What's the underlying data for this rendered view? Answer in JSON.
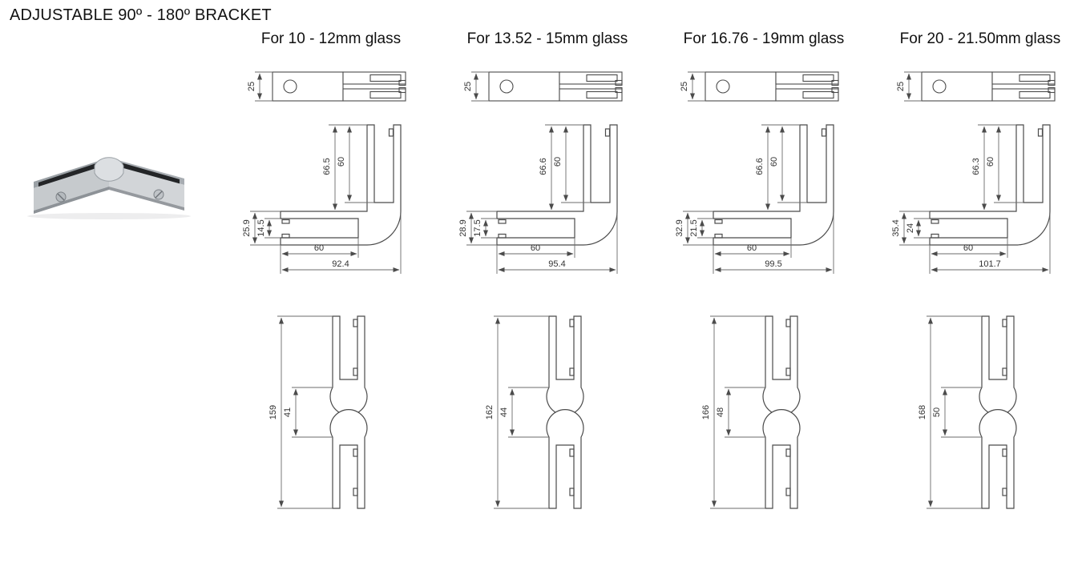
{
  "page": {
    "title": "ADJUSTABLE 90º - 180º BRACKET"
  },
  "colors": {
    "line": "#4b4b4b",
    "dim_line": "#6b6b6b",
    "dim_text": "#333333"
  },
  "variants": [
    {
      "header": "For 10 - 12mm glass",
      "top_view": {
        "body_width": "25"
      },
      "corner_view": {
        "arm_length_outer": "66.5",
        "arm_length_inner": "60",
        "base_height_outer": "25.9",
        "base_slot_height": "14.5",
        "slot_depth": "60",
        "overall_width": "92.4"
      },
      "inline_view": {
        "overall_length": "159",
        "hinge_span": "41"
      }
    },
    {
      "header": "For 13.52 - 15mm glass",
      "top_view": {
        "body_width": "25"
      },
      "corner_view": {
        "arm_length_outer": "66.6",
        "arm_length_inner": "60",
        "base_height_outer": "28.9",
        "base_slot_height": "17.5",
        "slot_depth": "60",
        "overall_width": "95.4"
      },
      "inline_view": {
        "overall_length": "162",
        "hinge_span": "44"
      }
    },
    {
      "header": "For 16.76 - 19mm glass",
      "top_view": {
        "body_width": "25"
      },
      "corner_view": {
        "arm_length_outer": "66.6",
        "arm_length_inner": "60",
        "base_height_outer": "32.9",
        "base_slot_height": "21.5",
        "slot_depth": "60",
        "overall_width": "99.5"
      },
      "inline_view": {
        "overall_length": "166",
        "hinge_span": "48"
      }
    },
    {
      "header": "For 20 - 21.50mm glass",
      "top_view": {
        "body_width": "25"
      },
      "corner_view": {
        "arm_length_outer": "66.3",
        "arm_length_inner": "60",
        "base_height_outer": "35.4",
        "base_slot_height": "24",
        "slot_depth": "60",
        "overall_width": "101.7"
      },
      "inline_view": {
        "overall_length": "168",
        "hinge_span": "50"
      }
    }
  ]
}
